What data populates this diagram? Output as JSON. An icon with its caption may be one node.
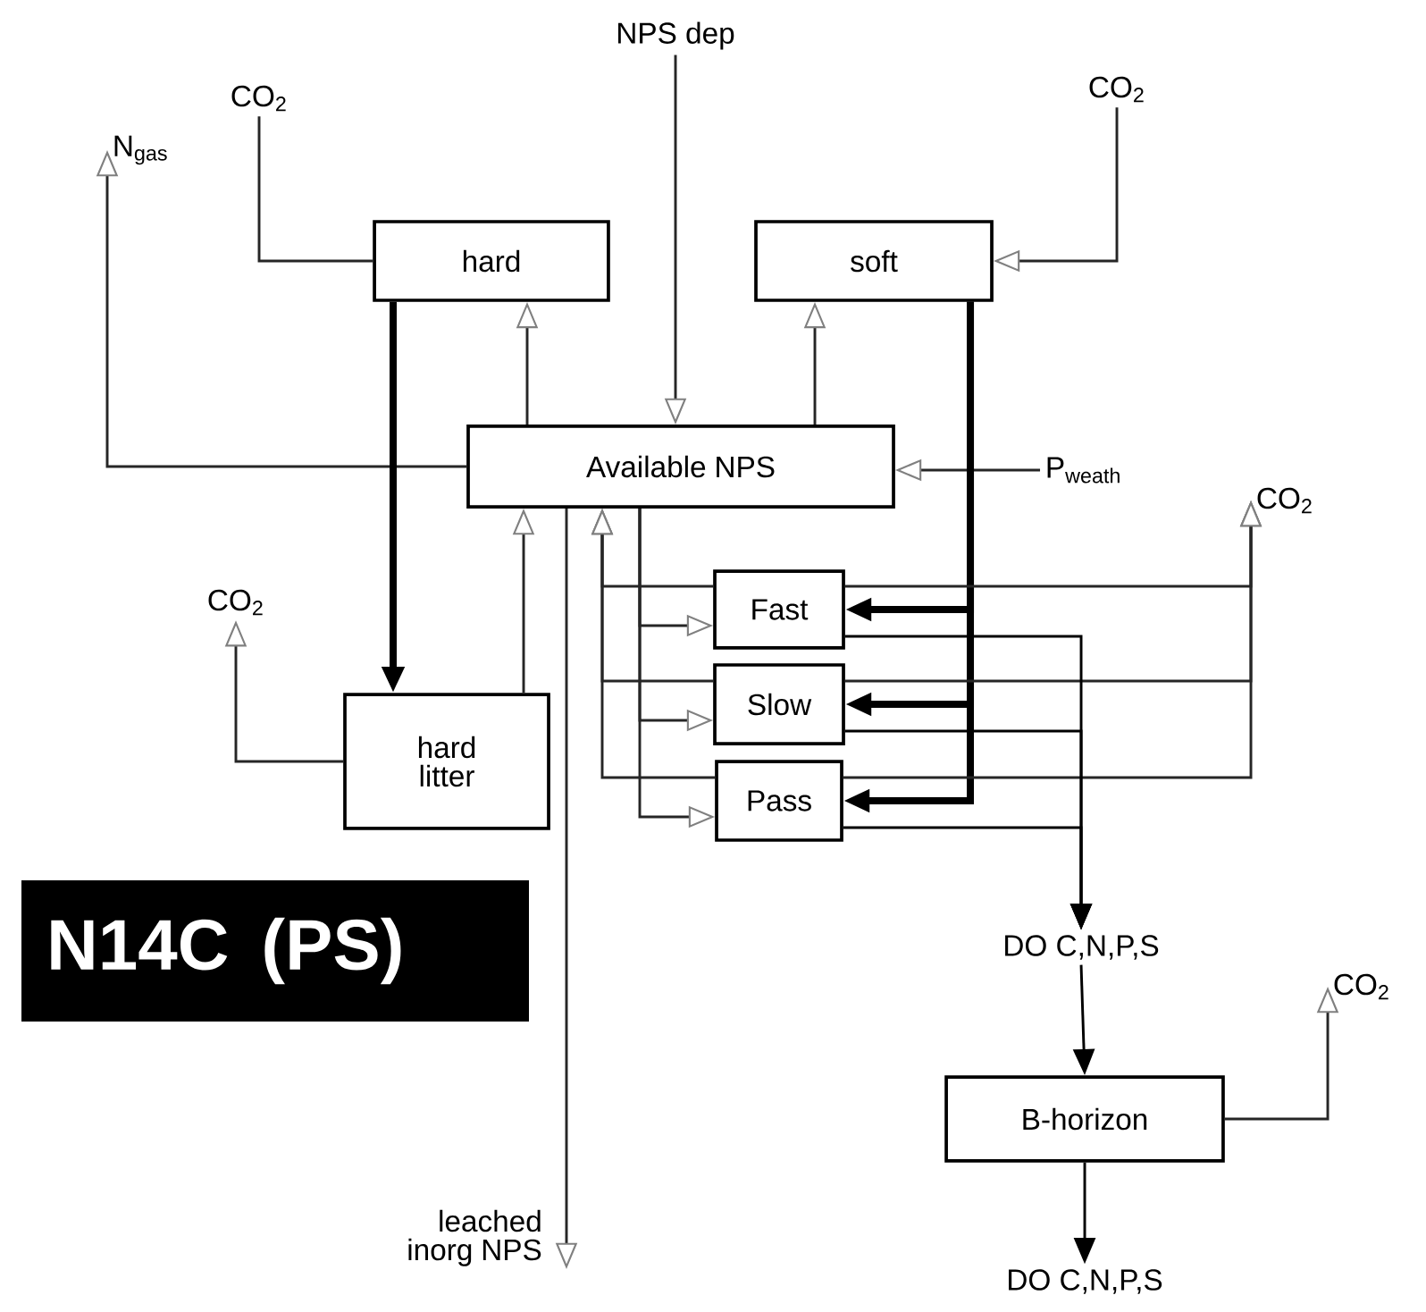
{
  "diagram": {
    "nodes": [
      {
        "text": [
          "NPS dep"
        ]
      },
      {
        "text": [
          "CO$_{2}$"
        ]
      },
      {
        "text": [
          "N$_{gas}$"
        ]
      },
      {
        "text": [
          "hard"
        ]
      },
      {
        "text": [
          "CO$_{2}$"
        ]
      },
      {
        "text": [
          "soft"
        ]
      },
      {
        "text": [
          "Available NPS"
        ]
      },
      {
        "text": [
          "P$_{weath}$"
        ]
      },
      {
        "text": [
          "CO$_{2}$"
        ]
      },
      {
        "text": [
          "CO$_{2}$"
        ]
      },
      {
        "text": [
          "hard litter"
        ]
      },
      {
        "text": [
          "Fast"
        ]
      },
      {
        "text": [
          "Slow"
        ]
      },
      {
        "text": [
          "Pass"
        ]
      },
      {
        "text": [
          "N14C (PS)"
        ]
      },
      {
        "text": [
          "leached inorg NPS"
        ]
      },
      {
        "text": [
          "DO C,N,P,S"
        ]
      },
      {
        "text": [
          "CO$_{2}$"
        ]
      },
      {
        "text": [
          "B-horizon"
        ]
      },
      {
        "text": [
          "DO C,N,P,S"
        ]
      }
    ],
    "edges": [
      {
        "from": 0,
        "to": 6,
        "arrow": "to"
      },
      {
        "from": 3,
        "to": 1,
        "arrow": "none"
      },
      {
        "from": 6,
        "to": 2,
        "arrow": "to"
      },
      {
        "from": 4,
        "to": 5,
        "arrow": "to"
      },
      {
        "from": 6,
        "to": 3,
        "arrow": "to"
      },
      {
        "from": 6,
        "to": 5,
        "arrow": "to"
      },
      {
        "from": 7,
        "to": 6,
        "arrow": "to"
      },
      {
        "from": 3,
        "to": 10,
        "arrow": "to",
        "style": "thick",
        "color": "#000000"
      },
      {
        "from": 10,
        "to": 6,
        "arrow": "to"
      },
      {
        "from": 10,
        "to": 9,
        "arrow": "to"
      },
      {
        "from": 5,
        "to": 11,
        "arrow": "to",
        "style": "thick",
        "color": "#000000"
      },
      {
        "from": 5,
        "to": 12,
        "arrow": "to",
        "style": "thick",
        "color": "#000000"
      },
      {
        "from": 5,
        "to": 13,
        "arrow": "to",
        "style": "thick",
        "color": "#000000"
      },
      {
        "from": 6,
        "to": 11,
        "arrow": "to"
      },
      {
        "from": 6,
        "to": 12,
        "arrow": "to"
      },
      {
        "from": 6,
        "to": 13,
        "arrow": "to"
      },
      {
        "from": 11,
        "to": 6,
        "arrow": "to"
      },
      {
        "from": 12,
        "to": 6,
        "arrow": "to"
      },
      {
        "from": 13,
        "to": 6,
        "arrow": "to"
      },
      {
        "from": 11,
        "to": 8,
        "arrow": "to"
      },
      {
        "from": 12,
        "to": 8,
        "arrow": "to"
      },
      {
        "from": 13,
        "to": 8,
        "arrow": "to"
      },
      {
        "from": 11,
        "to": 16,
        "arrow": "to",
        "color": "#000000"
      },
      {
        "from": 12,
        "to": 16,
        "arrow": "to",
        "color": "#000000"
      },
      {
        "from": 13,
        "to": 16,
        "arrow": "to",
        "color": "#000000"
      },
      {
        "from": 6,
        "to": 15,
        "arrow": "to"
      },
      {
        "from": 16,
        "to": 18,
        "arrow": "to",
        "color": "#000000"
      },
      {
        "from": 18,
        "to": 17,
        "arrow": "to"
      },
      {
        "from": 18,
        "to": 19,
        "arrow": "to",
        "color": "#000000"
      }
    ]
  }
}
